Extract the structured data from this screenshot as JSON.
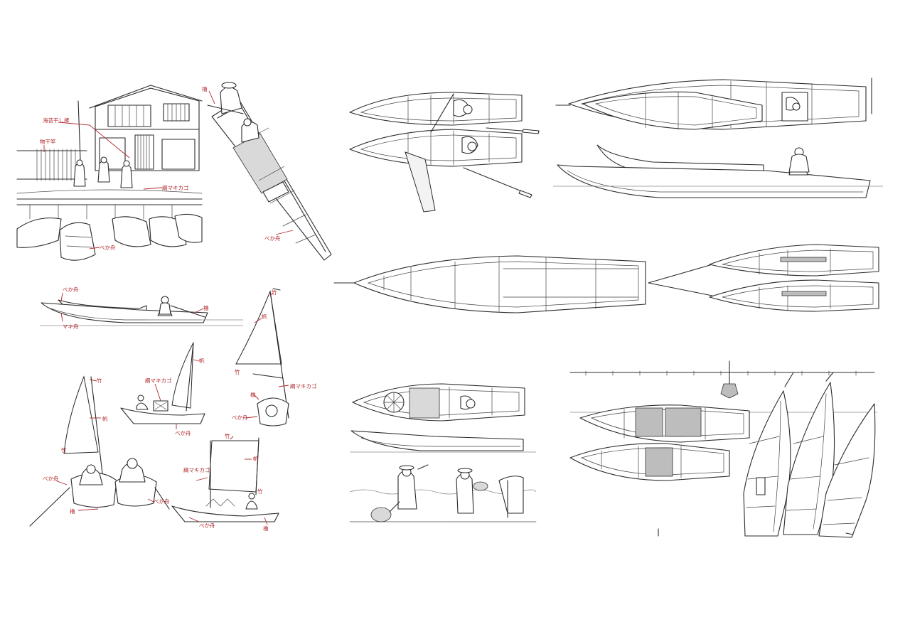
{
  "labels": {
    "nori_hoshiba": "海苔干し棒",
    "monohoshi": "物干竿",
    "makikago": "綱マキカゴ",
    "bekabune": "べか舟",
    "ro": "櫓",
    "maki_fune": "マキ舟",
    "take": "竹",
    "ho": "帆",
    "nawa_makikago": "綱マキカゴ"
  },
  "icons": {
    "boat": "boat-drawing-icon",
    "person": "fisherman-figure-icon",
    "sail": "sail-icon"
  },
  "colors": {
    "ink": "#2b2b2b",
    "annotation_red": "#b3262b",
    "background": "#ffffff"
  }
}
